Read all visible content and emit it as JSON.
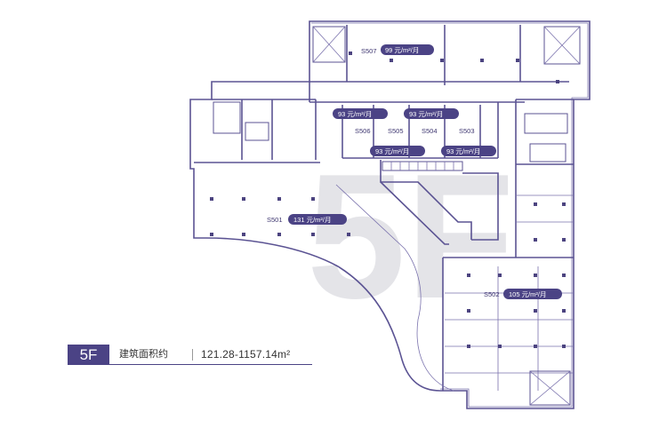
{
  "watermark": "5F",
  "units": [
    {
      "id": "S507",
      "price": "99 元/m²/月"
    },
    {
      "id": "S506",
      "price": "93 元/m²/月"
    },
    {
      "id": "S505",
      "price": "93 元/m²/月"
    },
    {
      "id": "S504",
      "price": "93 元/m²/月"
    },
    {
      "id": "S503",
      "price": "93 元/m²/月"
    },
    {
      "id": "S501",
      "price": "131 元/m²/月"
    },
    {
      "id": "S502",
      "price": "105 元/m²/月"
    }
  ],
  "legend": {
    "floor": "5F",
    "area_label": "建筑面积约",
    "area_value": "121.28-1157.14m²"
  },
  "colors": {
    "accent": "#4b4385",
    "wall": "#5b5393",
    "watermark": "#cfcfd6"
  }
}
